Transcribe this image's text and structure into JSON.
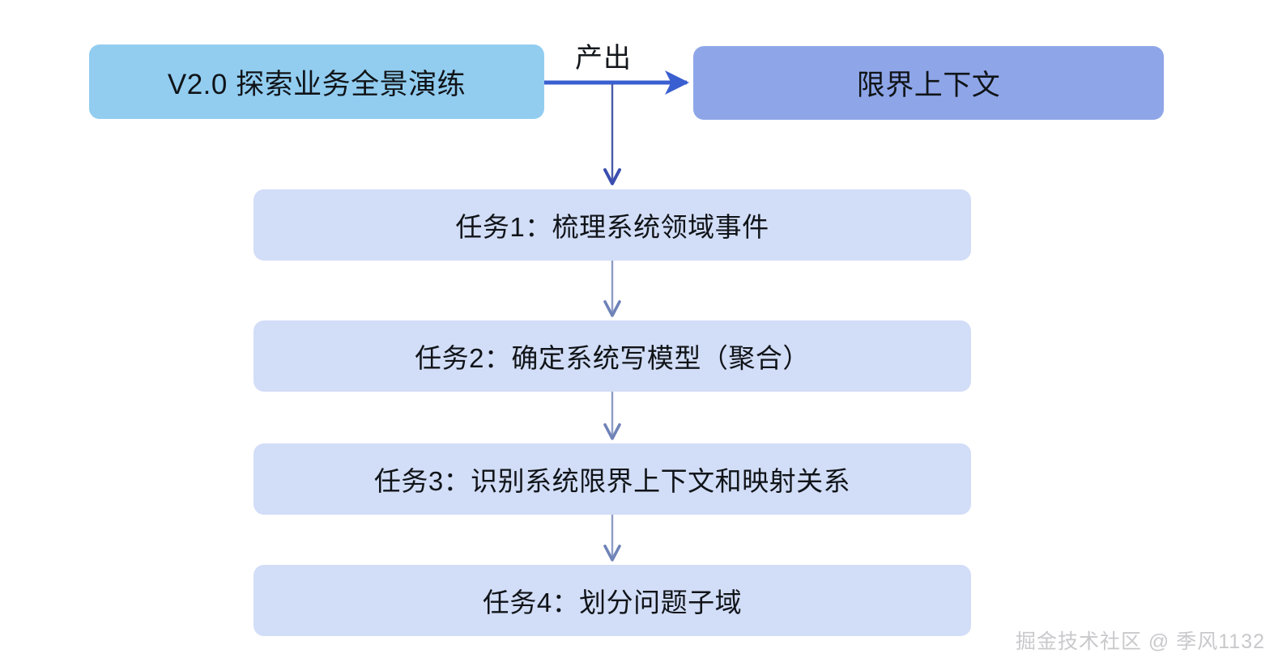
{
  "diagram": {
    "title_node": {
      "label": "V2.0 探索业务全景演练",
      "color": "#92cdf0"
    },
    "output_node": {
      "label": "限界上下文",
      "color": "#8ea6e8"
    },
    "edge_label": "产出",
    "task_color": "#d2ddf7",
    "arrow_primary_color": "#3a5fd0",
    "arrow_secondary_color": "#7a8ec0",
    "tasks": [
      {
        "label": "任务1：梳理系统领域事件"
      },
      {
        "label": "任务2：确定系统写模型（聚合）"
      },
      {
        "label": "任务3：识别系统限界上下文和映射关系"
      },
      {
        "label": "任务4：划分问题子域"
      }
    ]
  },
  "watermark": {
    "text": "掘金技术社区 @ 季风1132"
  }
}
